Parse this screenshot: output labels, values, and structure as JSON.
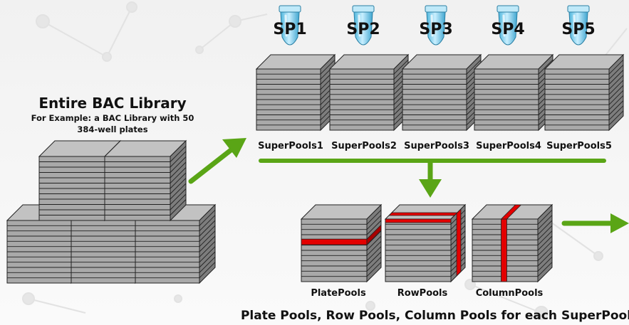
{
  "library": {
    "title": "Entire BAC Library",
    "subtitle_line1": "For Example: a BAC Library with 50",
    "subtitle_line2": "384-well plates"
  },
  "superpools": [
    {
      "tube": "SP1",
      "label": "SuperPools1"
    },
    {
      "tube": "SP2",
      "label": "SuperPools2"
    },
    {
      "tube": "SP3",
      "label": "SuperPools3"
    },
    {
      "tube": "SP4",
      "label": "SuperPools4"
    },
    {
      "tube": "SP5",
      "label": "SuperPools5"
    }
  ],
  "pools": [
    {
      "label": "PlatePools",
      "highlight": "plate"
    },
    {
      "label": "RowPools",
      "highlight": "row"
    },
    {
      "label": "ColumnPools",
      "highlight": "column"
    }
  ],
  "caption": "Plate Pools, Row Pools, Column Pools for each SuperPool",
  "colors": {
    "arrow": "#5aa516",
    "plate_front": "#a9a9a9",
    "plate_top": "#c2c2c2",
    "plate_side": "#7d7d7d",
    "highlight": "#e30000",
    "tube": "#7fd0ec"
  }
}
